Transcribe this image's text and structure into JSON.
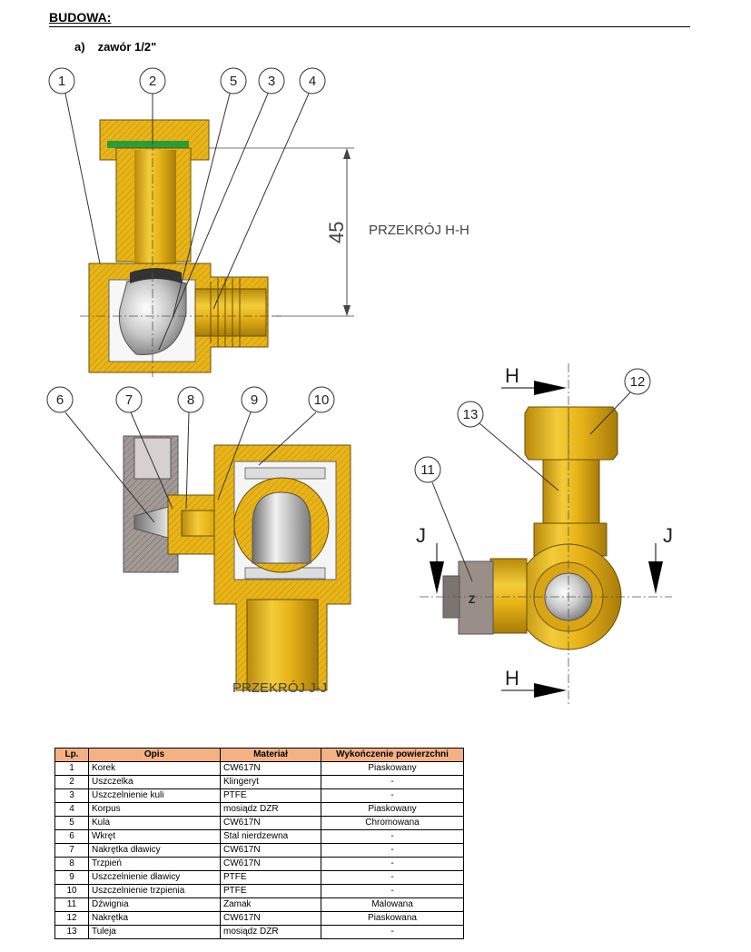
{
  "heading": "BUDOWA:",
  "subheading": {
    "letter": "a)",
    "text": "zawór 1/2\""
  },
  "drawing": {
    "section_hh_label": "PRZEKRÓJ H-H",
    "section_jj_label": "PRZEKRÓJ J-J",
    "dimension_45": "45",
    "cut_h": "H",
    "cut_j": "J",
    "lever_mark": "Z",
    "callouts": [
      "1",
      "2",
      "3",
      "4",
      "5",
      "6",
      "7",
      "8",
      "9",
      "10",
      "11",
      "12",
      "13"
    ],
    "colors": {
      "brass": "#e8b418",
      "brass_dark": "#b98a0a",
      "chrome": "#c8c8c8",
      "gasket": "#2a9d3a",
      "steel": "#8a8f96",
      "zamak": "#9a8f88"
    }
  },
  "table": {
    "headers": [
      "Lp.",
      "Opis",
      "Materiał",
      "Wykończenie powierzchni"
    ],
    "rows": [
      [
        "1",
        "Korek",
        "CW617N",
        "Piaskowany"
      ],
      [
        "2",
        "Uszczelka",
        "Klingeryt",
        "-"
      ],
      [
        "3",
        "Uszczelnienie kuli",
        "PTFE",
        "-"
      ],
      [
        "4",
        "Korpus",
        "mosiądz DZR",
        "Piaskowany"
      ],
      [
        "5",
        "Kula",
        "CW617N",
        "Chromowana"
      ],
      [
        "6",
        "Wkręt",
        "Stal nierdzewna",
        "-"
      ],
      [
        "7",
        "Nakrętka dławicy",
        "CW617N",
        "-"
      ],
      [
        "8",
        "Trzpień",
        "CW617N",
        "-"
      ],
      [
        "9",
        "Uszczelnienie dławicy",
        "PTFE",
        "-"
      ],
      [
        "10",
        "Uszczelnienie trzpienia",
        "PTFE",
        "-"
      ],
      [
        "11",
        "Dźwignia",
        "Zamak",
        "Malowana"
      ],
      [
        "12",
        "Nakrętka",
        "CW617N",
        "Piaskowana"
      ],
      [
        "13",
        "Tuleja",
        "mosiądz DZR",
        "-"
      ]
    ]
  }
}
